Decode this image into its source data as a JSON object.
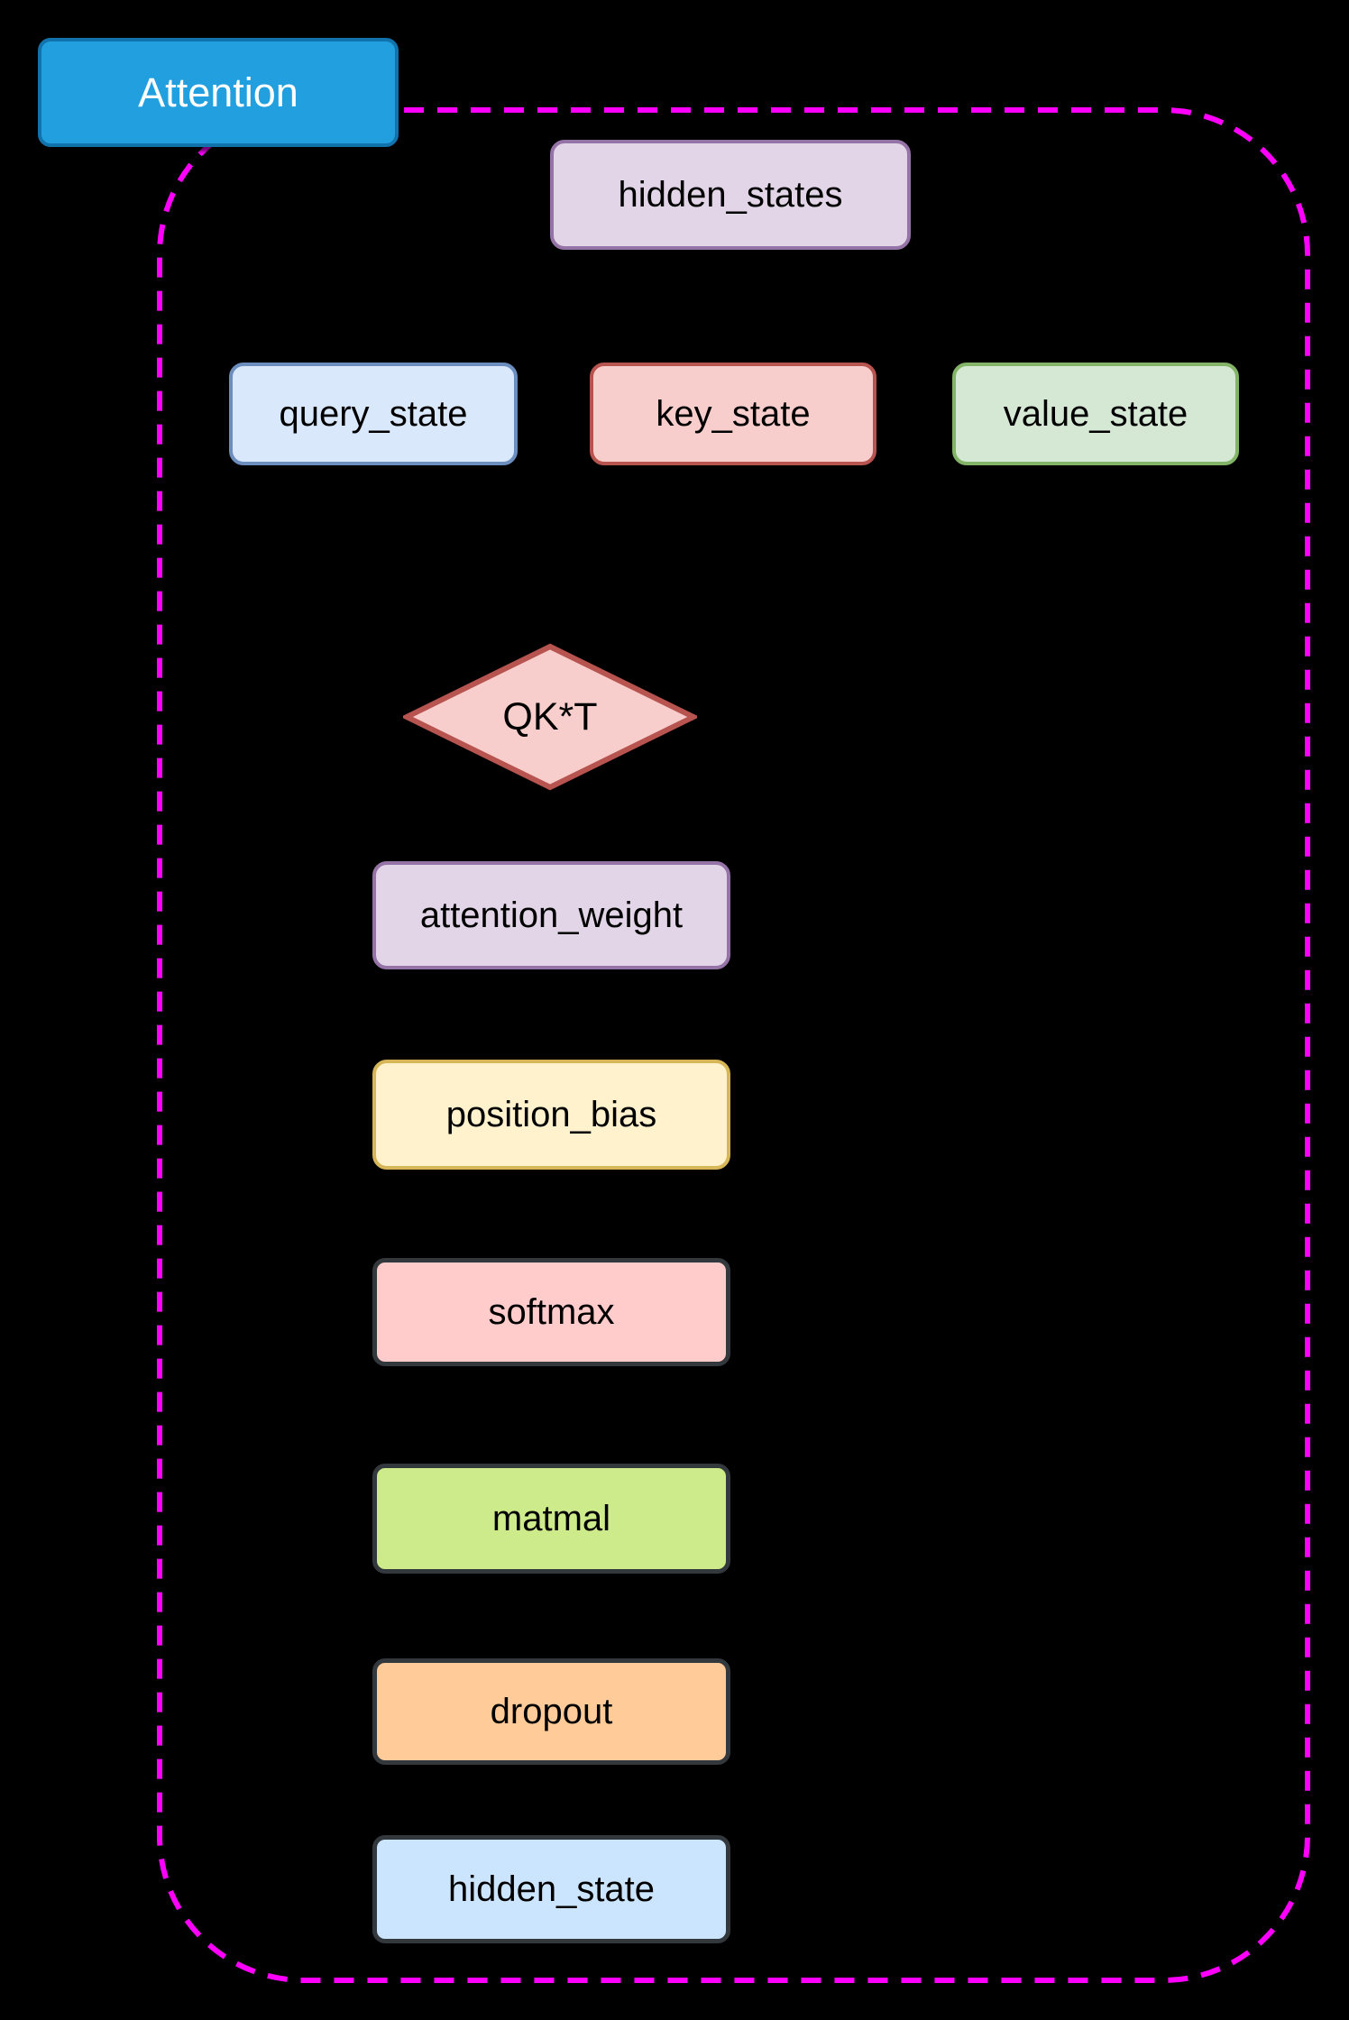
{
  "canvas": {
    "background": "#000000"
  },
  "container": {
    "label": "Attention",
    "border_color": "#FF00FF",
    "tab": {
      "fill": "#219FDF",
      "stroke": "#1272AC",
      "text_color": "#FFFFFF"
    }
  },
  "nodes": {
    "hidden_states": {
      "label": "hidden_states",
      "fill": "#E1D5E7",
      "stroke": "#9673A6",
      "shape": "rounded-rect"
    },
    "query_state": {
      "label": "query_state",
      "fill": "#DAE8FC",
      "stroke": "#6C8EBF",
      "shape": "rounded-rect"
    },
    "key_state": {
      "label": "key_state",
      "fill": "#F8CECC",
      "stroke": "#B85450",
      "shape": "rounded-rect"
    },
    "value_state": {
      "label": "value_state",
      "fill": "#D5E8D4",
      "stroke": "#82B366",
      "shape": "rounded-rect"
    },
    "qkt": {
      "label": "QK*T",
      "fill": "#F8CECC",
      "stroke": "#B85450",
      "shape": "diamond"
    },
    "attention_weight": {
      "label": "attention_weight",
      "fill": "#E1D5E7",
      "stroke": "#9673A6",
      "shape": "rounded-rect"
    },
    "position_bias": {
      "label": "position_bias",
      "fill": "#FFF2CC",
      "stroke": "#D6B656",
      "shape": "rounded-rect"
    },
    "softmax": {
      "label": "softmax",
      "fill": "#FFCCCB",
      "stroke": "#33383D",
      "shape": "rounded-rect"
    },
    "matmal": {
      "label": "matmal",
      "fill": "#CDEB8B",
      "stroke": "#33383D",
      "shape": "rounded-rect"
    },
    "dropout": {
      "label": "dropout",
      "fill": "#FFCC99",
      "stroke": "#33383D",
      "shape": "rounded-rect"
    },
    "hidden_state": {
      "label": "hidden_state",
      "fill": "#CCE5FF",
      "stroke": "#33383D",
      "shape": "rounded-rect"
    }
  }
}
